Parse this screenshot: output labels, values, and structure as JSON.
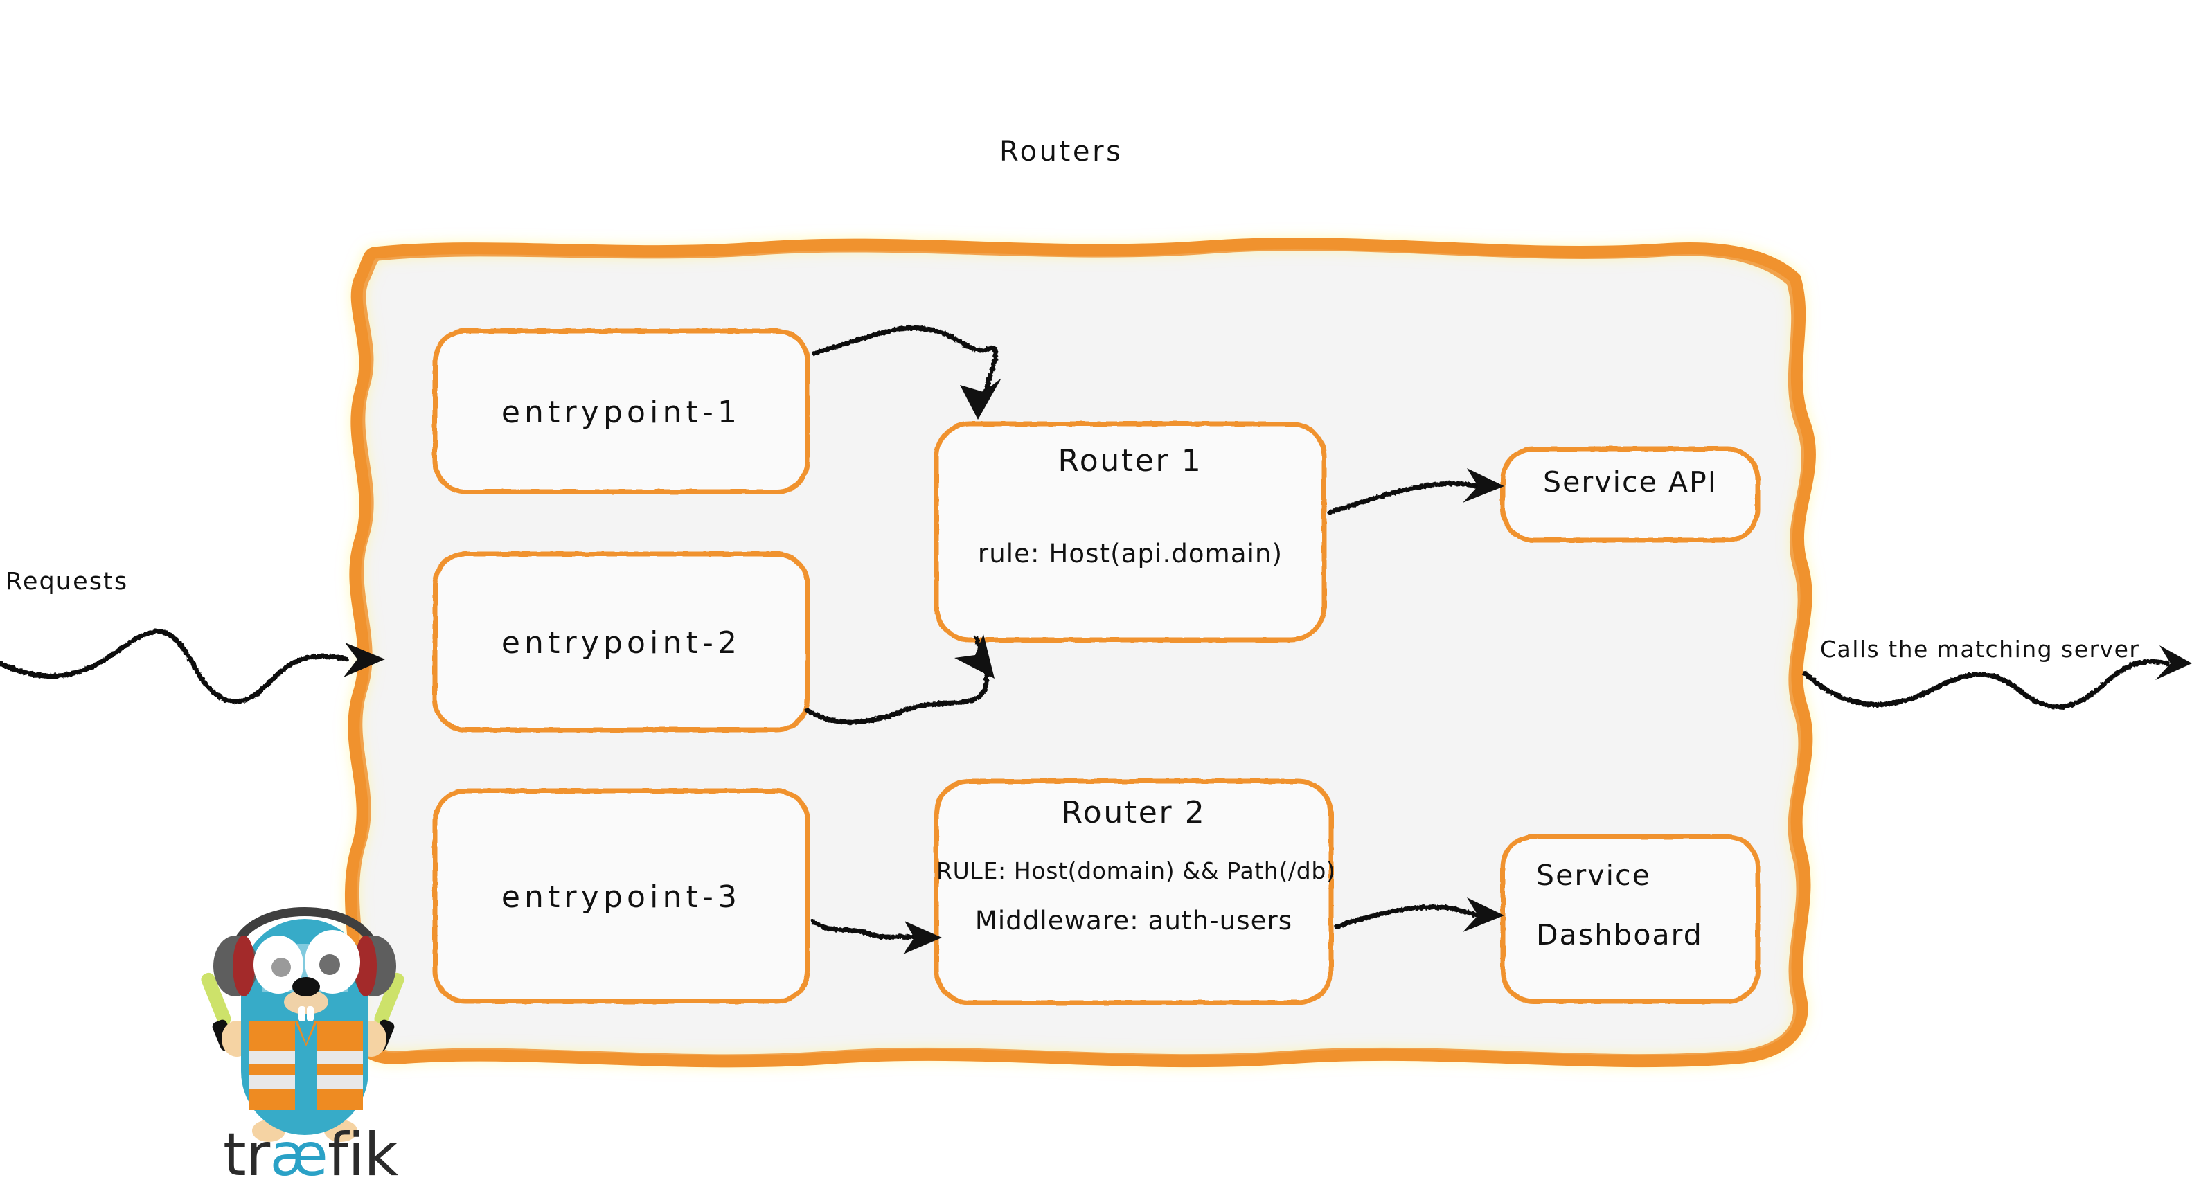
{
  "diagram": {
    "title": "Routers",
    "colors": {
      "accent_orange": "#F0922F",
      "panel_fill": "#F4F4F4",
      "box_fill": "#FAFAFA",
      "ink": "#111111",
      "traefik_blue": "#37ABC8",
      "traefik_orange": "#EE8B22"
    },
    "incoming": {
      "label": "Requests"
    },
    "outgoing": {
      "label": "Calls the matching server"
    },
    "entrypoints": [
      {
        "label": "entrypoint-1"
      },
      {
        "label": "entrypoint-2"
      },
      {
        "label": "entrypoint-3"
      }
    ],
    "routers": [
      {
        "name": "Router 1",
        "lines": [
          "rule: Host(api.domain)"
        ]
      },
      {
        "name": "Router 2",
        "lines": [
          "RULE: Host(domain) && Path(/db)",
          "Middleware: auth-users"
        ]
      }
    ],
    "services": [
      {
        "lines": [
          "Service API"
        ]
      },
      {
        "lines": [
          "Service",
          "Dashboard"
        ]
      }
    ],
    "logo": {
      "word_left": "tr",
      "word_ae": "æ",
      "word_right": "fik",
      "mascot": "traefik-gopher"
    },
    "arrows": [
      {
        "from": "requests",
        "to": "panel"
      },
      {
        "from": "entrypoint-1",
        "to": "router-1"
      },
      {
        "from": "entrypoint-2",
        "to": "router-1"
      },
      {
        "from": "entrypoint-3",
        "to": "router-2"
      },
      {
        "from": "router-1",
        "to": "service-api"
      },
      {
        "from": "router-2",
        "to": "service-dashboard"
      },
      {
        "from": "panel",
        "to": "matching-server"
      }
    ]
  }
}
